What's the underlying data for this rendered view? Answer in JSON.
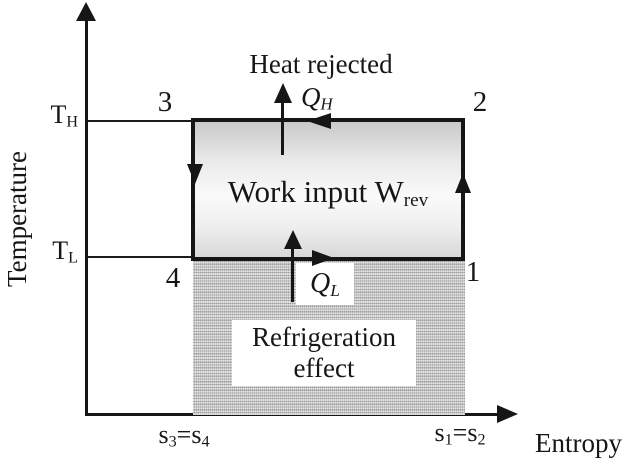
{
  "axes": {
    "y_label": "Temperature",
    "x_label": "Entropy",
    "t_high": {
      "base": "T",
      "sub": "H"
    },
    "t_low": {
      "base": "T",
      "sub": "L"
    },
    "s_34": {
      "base1": "s",
      "sub1": "3",
      "eq": "=",
      "base2": "s",
      "sub2": "4"
    },
    "s_12": {
      "base1": "s",
      "sub1": "1",
      "eq": "=",
      "base2": "s",
      "sub2": "2"
    }
  },
  "state_points": {
    "p1": "1",
    "p2": "2",
    "p3": "3",
    "p4": "4"
  },
  "annotations": {
    "heat_rejected": "Heat rejected",
    "qh": {
      "base": "Q",
      "sub": "H"
    },
    "ql": {
      "base": "Q",
      "sub": "L"
    },
    "work_input": {
      "base": "Work input W",
      "sub": "rev"
    },
    "refrigeration_effect": {
      "line1": "Refrigeration",
      "line2": "effect"
    }
  },
  "colors": {
    "line": "#161616",
    "background": "#ffffff",
    "cycle_fill_top": "#c9c9c9",
    "cycle_fill_middle": "#fafafa",
    "cycle_fill_bottom": "#d8d8d8",
    "hatch_dark": "#9b9b9b",
    "hatch_light": "#cfcfcf"
  }
}
